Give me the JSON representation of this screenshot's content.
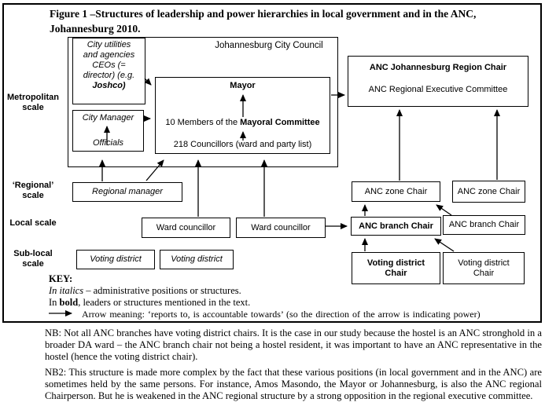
{
  "ink_color": "#000000",
  "title": "Figure 1 –Structures of leadership and power hierarchies in local government and in the ANC, Johannesburg 2010.",
  "scales": {
    "metropolitan": "Metropolitan\nscale",
    "regional": "‘Regional’\nscale",
    "local": "Local scale",
    "sublocal": "Sub-local\nscale"
  },
  "council": {
    "label": "Johannesburg City Council",
    "mayor": "Mayor",
    "committee_prefix": "10 Members of the ",
    "committee_bold": "Mayoral Committee",
    "councillors": "218 Councillors (ward and party list)"
  },
  "city_utilities": {
    "line1": "City utilities",
    "line2": "and agencies",
    "line3": "CEOs (=",
    "line4": "director) (e.g.",
    "line5": "Joshco)"
  },
  "city_manager": {
    "top": "City Manager",
    "bottom": "Officials"
  },
  "regional_manager": "Regional manager",
  "ward_councillor_left": "Ward councillor",
  "ward_councillor_right": "Ward councillor",
  "voting_district_left": "Voting district",
  "voting_district_right": "Voting district",
  "anc": {
    "region_chair": "ANC Johannesburg Region Chair",
    "regional_committee": "ANC Regional Executive Committee",
    "zone_chair_left": "ANC zone Chair",
    "zone_chair_right": "ANC zone Chair",
    "branch_chair_main": "ANC branch Chair",
    "branch_chair_right": "ANC branch Chair",
    "voting_chair_main": "Voting district\nChair",
    "voting_chair_right": "Voting district\nChair"
  },
  "key": {
    "heading": "KEY:",
    "italics_label": "In italics",
    "italics_rest": " – administrative positions or structures.",
    "bold_prefix": "In ",
    "bold_label": "bold",
    "bold_rest": ", leaders or structures mentioned in the text.",
    "arrow_text": "Arrow meaning: ‘reports to, is accountable towards’ (so the direction of the arrow is indicating power)"
  },
  "notes": {
    "nb1": "NB: Not all ANC branches have voting district chairs. It is the case in our study because the hostel is an ANC stronghold in a broader DA ward – the ANC branch chair not being a hostel resident, it was important to have an ANC representative in the hostel (hence the voting district chair).",
    "nb2": "NB2: This structure is made more complex by the fact that these various positions (in local government and in the ANC) are sometimes held by the same persons. For instance, Amos Masondo, the Mayor or Johannesburg, is also the ANC regional Chairperson. But he is weakened in the ANC regional structure by a strong opposition in the regional executive committee."
  }
}
